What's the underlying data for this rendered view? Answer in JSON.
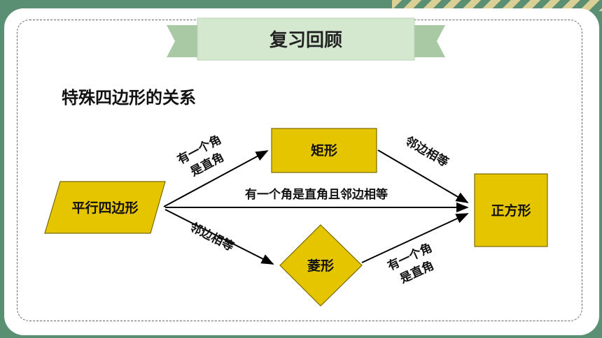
{
  "title": "复习回顾",
  "subtitle": "特殊四边形的关系",
  "nodes": {
    "parallelogram": "平行四边形",
    "rectangle": "矩形",
    "rhombus": "菱形",
    "square": "正方形"
  },
  "edges": {
    "para_to_rect": [
      "有一个角",
      "是直角"
    ],
    "para_to_square": "有一个角是直角且邻边相等",
    "para_to_rhombus": "邻边相等",
    "rect_to_square": "邻边相等",
    "rhombus_to_square": [
      "有一个角",
      "是直角"
    ]
  },
  "colors": {
    "node_fill": "#e5c400",
    "banner_fill": "#d4e8d0",
    "background": "#5b8f73"
  }
}
